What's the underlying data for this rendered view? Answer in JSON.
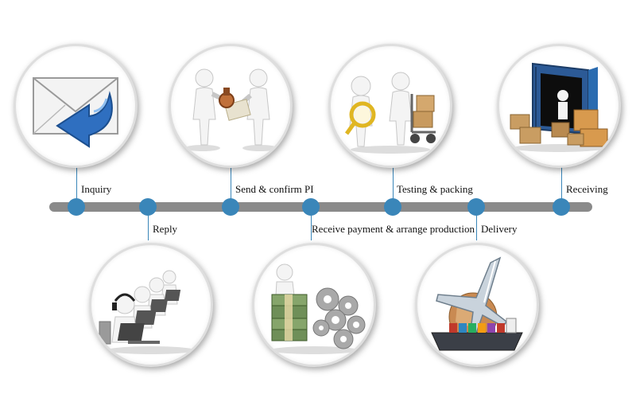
{
  "steps": [
    {
      "label": "Inquiry",
      "illustration": "envelope-reply-icon"
    },
    {
      "label": "Reply",
      "illustration": "call-center-icon"
    },
    {
      "label": "Send & confirm PI",
      "illustration": "stamp-document-icon"
    },
    {
      "label": "Receive payment & arrange production",
      "illustration": "money-gears-icon"
    },
    {
      "label": "Testing & packing",
      "illustration": "magnifier-boxes-icon"
    },
    {
      "label": "Delivery",
      "illustration": "plane-ship-globe-icon"
    },
    {
      "label": "Receiving",
      "illustration": "container-crates-icon"
    }
  ],
  "colors": {
    "accent": "#3a86b9",
    "bar": "#8a8a8a"
  }
}
